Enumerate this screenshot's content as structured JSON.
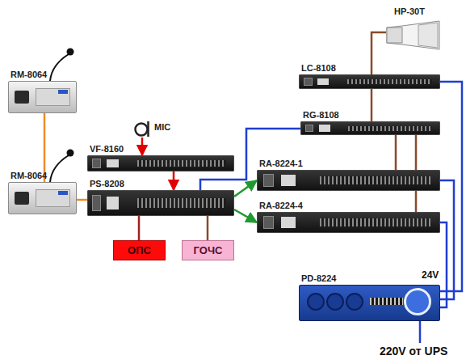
{
  "diagram": {
    "nodes": [
      {
        "text": [
          "HP-30T"
        ]
      },
      {
        "text": [
          "LC-8108"
        ]
      },
      {
        "text": [
          "RM-8064"
        ]
      },
      {
        "text": [
          "MIC"
        ]
      },
      {
        "text": [
          "RG-8108"
        ]
      },
      {
        "text": [
          "VF-8160"
        ]
      },
      {
        "text": [
          "RA-8224-1"
        ]
      },
      {
        "text": [
          "RM-8064"
        ]
      },
      {
        "text": [
          "PS-8208"
        ]
      },
      {
        "text": [
          "RA-8224-4"
        ]
      },
      {
        "text": [
          "ОПС"
        ]
      },
      {
        "text": [
          "ГОЧС"
        ]
      },
      {
        "text": [
          "PD-8224"
        ]
      }
    ],
    "edges": [
      {
        "from": 0,
        "to": 1,
        "arrow": "none"
      },
      {
        "from": 1,
        "to": 4,
        "arrow": "none"
      },
      {
        "from": 4,
        "to": 6,
        "arrow": "none"
      },
      {
        "from": 4,
        "to": 9,
        "arrow": "none"
      },
      {
        "from": 2,
        "to": 7,
        "arrow": "none"
      },
      {
        "from": 7,
        "to": 8,
        "arrow": "none"
      },
      {
        "from": 3,
        "to": 5,
        "arrow": "to"
      },
      {
        "from": 5,
        "to": 8,
        "arrow": "to"
      },
      {
        "from": 8,
        "to": 6,
        "arrow": "to"
      },
      {
        "from": 8,
        "to": 9,
        "arrow": "to"
      },
      {
        "from": 8,
        "to": 10,
        "arrow": "none"
      },
      {
        "from": 8,
        "to": 11,
        "arrow": "none"
      },
      {
        "from": 8,
        "to": 4,
        "arrow": "none"
      },
      {
        "from": 1,
        "to": 12,
        "arrow": "none"
      },
      {
        "from": 6,
        "to": 12,
        "arrow": "none"
      },
      {
        "from": 9,
        "to": 12,
        "arrow": "none"
      }
    ],
    "labels": [
      "24V",
      "220V от UPS"
    ]
  }
}
